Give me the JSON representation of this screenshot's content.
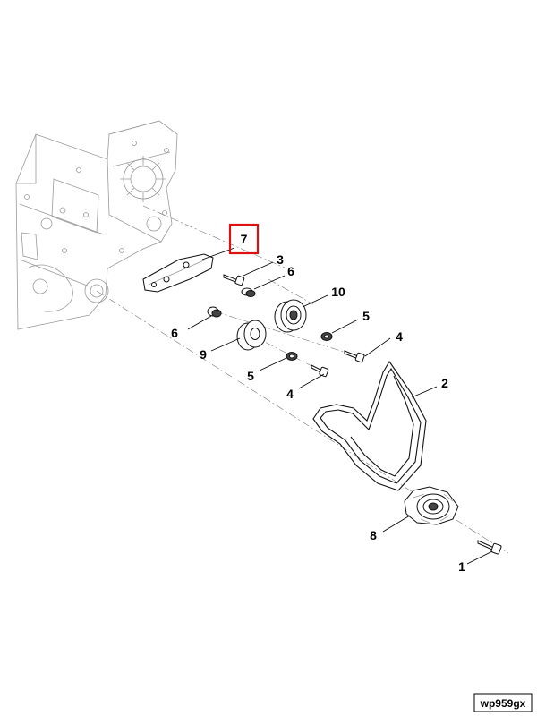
{
  "callouts": [
    {
      "label": "7",
      "highlighted": true
    },
    {
      "label": "3"
    },
    {
      "label": "6"
    },
    {
      "label": "10"
    },
    {
      "label": "6"
    },
    {
      "label": "5"
    },
    {
      "label": "9"
    },
    {
      "label": "4"
    },
    {
      "label": "5"
    },
    {
      "label": "4"
    },
    {
      "label": "2"
    },
    {
      "label": "8"
    },
    {
      "label": "1"
    }
  ],
  "watermark": "wp959gx",
  "colors": {
    "highlight": "#e01010",
    "ink": "#000000",
    "background": "#ffffff"
  }
}
